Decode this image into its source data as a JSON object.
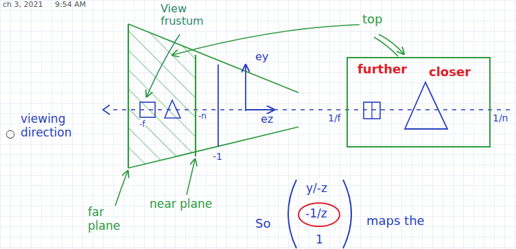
{
  "diagram": {
    "nodes": [
      {
        "text": [
          "further",
          "closer"
        ]
      }
    ],
    "labels": [
      "ch 3, 2021",
      "9:54 AM",
      "View frustum",
      "top",
      "ey",
      "viewing direction",
      "-f",
      "-n",
      "-1",
      "ez",
      "far plane",
      "near plane",
      "1/f",
      "1/n",
      "So",
      "y/-z",
      "-1/z",
      "1",
      "maps the",
      "○"
    ]
  }
}
